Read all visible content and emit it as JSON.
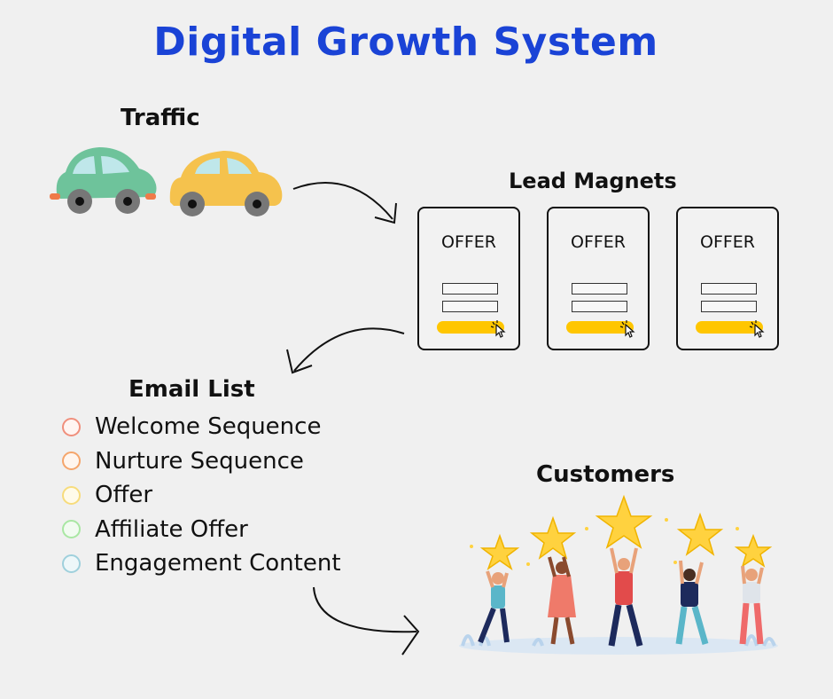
{
  "title": "Digital Growth System",
  "traffic": {
    "heading": "Traffic"
  },
  "lead_magnets": {
    "heading": "Lead Magnets",
    "cards": [
      {
        "label": "OFFER"
      },
      {
        "label": "OFFER"
      },
      {
        "label": "OFFER"
      }
    ]
  },
  "email_list": {
    "heading": "Email List",
    "items": [
      {
        "label": "Welcome Sequence",
        "color": "#f08f7c"
      },
      {
        "label": "Nurture Sequence",
        "color": "#f5a56b"
      },
      {
        "label": "Offer",
        "color": "#f7dc7c"
      },
      {
        "label": "Affiliate Offer",
        "color": "#a9e7a3"
      },
      {
        "label": "Engagement Content",
        "color": "#9fd0dc"
      }
    ]
  },
  "customers": {
    "heading": "Customers"
  },
  "colors": {
    "title": "#1a43d6",
    "green_car": "#6ec39b",
    "yellow_car": "#f5c24d",
    "offer_button": "#ffc600",
    "star": "#ffd23f"
  }
}
